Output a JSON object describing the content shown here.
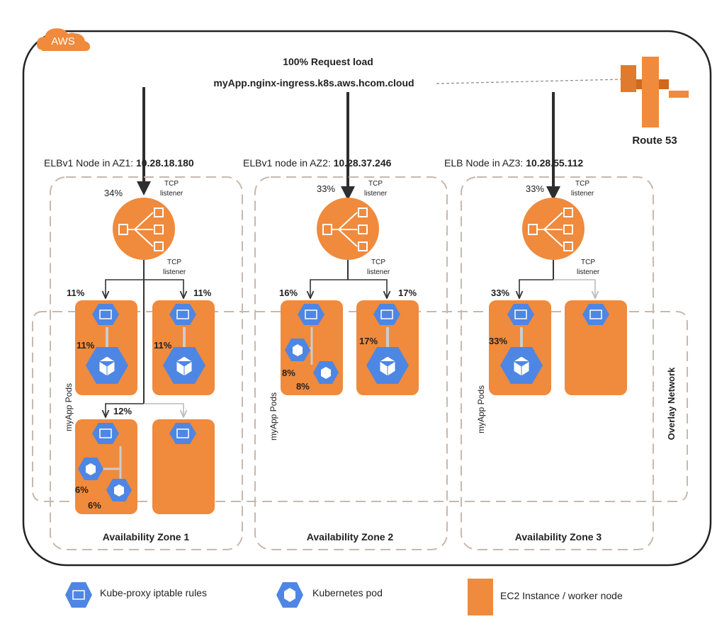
{
  "aws_label": "AWS",
  "top": {
    "request_load": "100% Request load",
    "dns_name": "myApp.nginx-ingress.k8s.aws.hcom.cloud"
  },
  "route53": {
    "label": "Route 53"
  },
  "zones": [
    {
      "elb_prefix": "ELBv1 Node in AZ1: ",
      "elb_ip": "10.28.18.180",
      "elb_share": "34%",
      "tcp_top": [
        "TCP",
        "listener"
      ],
      "tcp_bottom": [
        "TCP",
        "listener"
      ],
      "pods_label": "myApp Pods",
      "zone_label": "Availability Zone 1",
      "pct": [
        "11%",
        "11%",
        "11%",
        "11%",
        "12%",
        "6%",
        "6%"
      ]
    },
    {
      "elb_prefix": "ELBv1 node in AZ2: ",
      "elb_ip": "10.28.37.246",
      "elb_share": "33%",
      "tcp_top": [
        "TCP",
        "listener"
      ],
      "tcp_bottom": [
        "TCP",
        "listener"
      ],
      "pods_label": "myApp Pods",
      "zone_label": "Availability Zone 2",
      "pct": [
        "16%",
        "17%",
        "8%",
        "8%",
        "17%"
      ]
    },
    {
      "elb_prefix": "ELB Node in AZ3: ",
      "elb_ip": "10.28.55.112",
      "elb_share": "33%",
      "tcp_top": [
        "TCP",
        "listener"
      ],
      "tcp_bottom": [
        "TCP",
        "listener"
      ],
      "pods_label": "myApp Pods",
      "zone_label": "Availability Zone 3",
      "pct": [
        "33%",
        "33%"
      ]
    }
  ],
  "overlay_label": "Overlay Network",
  "legend": {
    "kube_proxy": "Kube-proxy iptable rules",
    "pod": "Kubernetes pod",
    "ec2": "EC2 Instance / worker node"
  },
  "colors": {
    "orange": "#f08a3c",
    "blue": "#4e86e4",
    "dash": "#c8b8ad",
    "dark": "#2e2e2e"
  }
}
